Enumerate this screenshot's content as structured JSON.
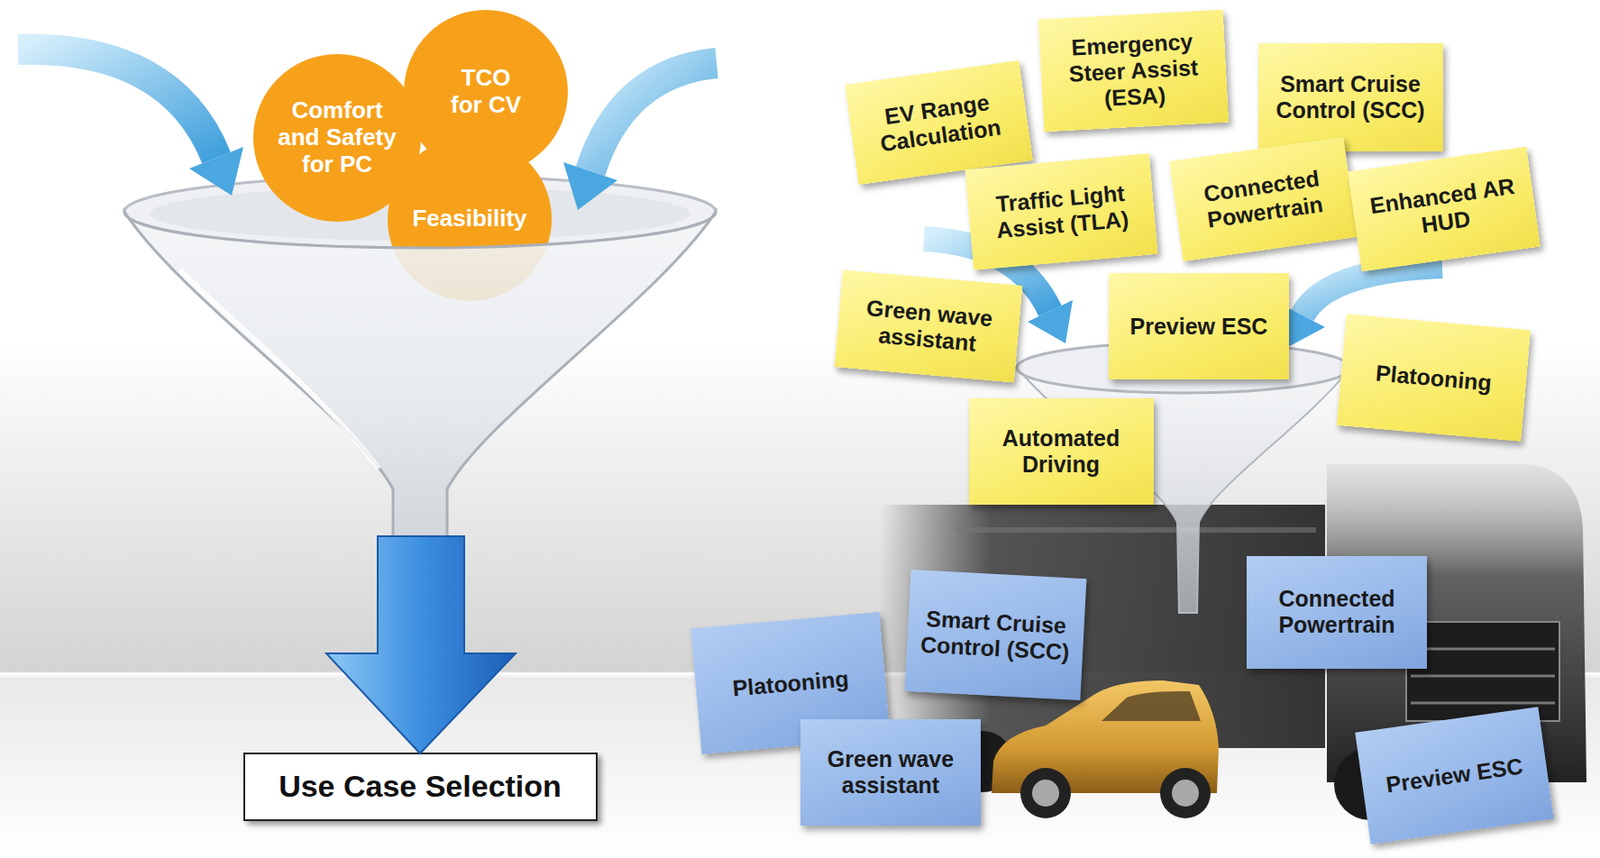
{
  "diagram": {
    "nodes": [
      {
        "text": [
          "Comfort and Safety for PC"
        ]
      },
      {
        "text": [
          "TCO for CV"
        ]
      },
      {
        "text": [
          "Feasibility"
        ]
      },
      {
        "text": [
          "Use Case Selection"
        ]
      },
      {
        "text": [
          "EV Range Calculation"
        ]
      },
      {
        "text": [
          "Emergency Steer Assist (ESA)"
        ]
      },
      {
        "text": [
          "Smart Cruise Control (SCC)"
        ]
      },
      {
        "text": [
          "Traffic Light Assist (TLA)"
        ]
      },
      {
        "text": [
          "Connected Powertrain"
        ]
      },
      {
        "text": [
          "Enhanced AR HUD"
        ]
      },
      {
        "text": [
          "Green wave assistant"
        ]
      },
      {
        "text": [
          "Preview ESC"
        ]
      },
      {
        "text": [
          "Platooning"
        ]
      },
      {
        "text": [
          "Automated Driving"
        ]
      },
      {
        "text": [
          "Smart Cruise Control (SCC)"
        ]
      },
      {
        "text": [
          "Connected Powertrain"
        ]
      },
      {
        "text": [
          "Platooning"
        ]
      },
      {
        "text": [
          "Green wave assistant"
        ]
      },
      {
        "text": [
          "Preview ESC"
        ]
      }
    ]
  }
}
